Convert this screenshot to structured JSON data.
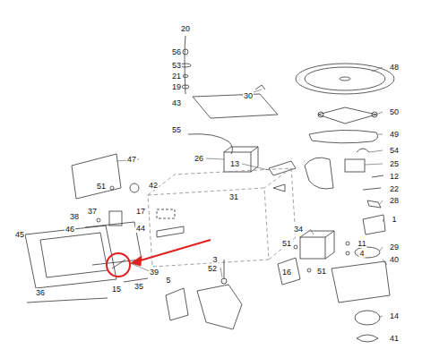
{
  "diagram": {
    "labels": [
      "20",
      "56",
      "53",
      "48",
      "21",
      "19",
      "30",
      "43",
      "50",
      "55",
      "49",
      "54",
      "26",
      "47",
      "25",
      "13",
      "12",
      "51",
      "42",
      "22",
      "31",
      "28",
      "37",
      "17",
      "38",
      "1",
      "44",
      "46",
      "34",
      "45",
      "51",
      "11",
      "29",
      "4",
      "3",
      "40",
      "52",
      "39",
      "16",
      "51",
      "5",
      "35",
      "15",
      "36",
      "14",
      "41"
    ]
  }
}
